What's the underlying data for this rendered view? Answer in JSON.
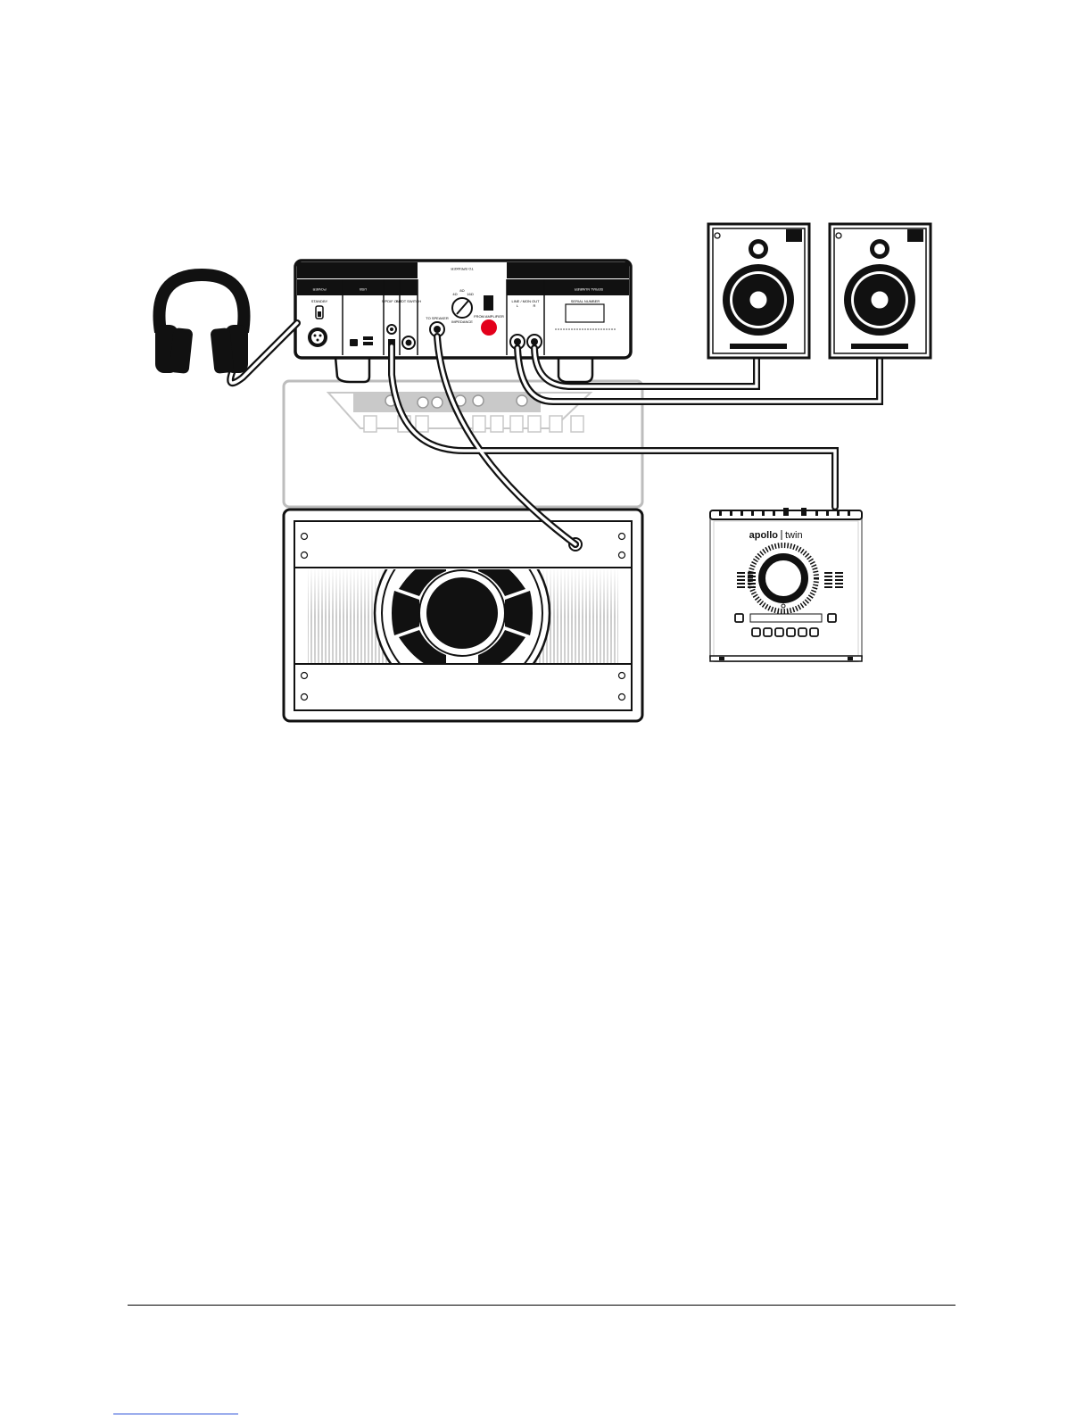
{
  "diagram": {
    "headphones": {
      "icon": "headphones-icon"
    },
    "interface": {
      "brand": "apollo",
      "model": "twin",
      "icon": "audio-interface-icon"
    },
    "monitors": [
      {
        "icon": "studio-monitor-icon"
      },
      {
        "icon": "studio-monitor-icon"
      }
    ],
    "cabinet": {
      "icon": "speaker-cabinet-icon"
    },
    "amp_head": {
      "icon": "amp-head-icon"
    },
    "ox_box": {
      "icon": "ox-box-icon",
      "power": "POWER",
      "standby": "STANDBY",
      "usb": "USB",
      "spdif": "S/PDIF OUT",
      "remote": "FOOT SWITCH",
      "to_speaker": "TO SPEAKER",
      "impedance": "IMPEDANCE",
      "ohm_4": "4Ω",
      "ohm_8": "8Ω",
      "ohm_16": "16Ω",
      "from_amplifier": "FROM AMPLIFIER",
      "line_mon": "LINE / MON OUT",
      "l": "L",
      "r": "R",
      "serial": "SERIAL NUMBER",
      "colors": {
        "ink": "#111111",
        "red": "#e3001b",
        "ghost": "#c8c8c8"
      }
    }
  },
  "footer": {
    "rule": true
  }
}
